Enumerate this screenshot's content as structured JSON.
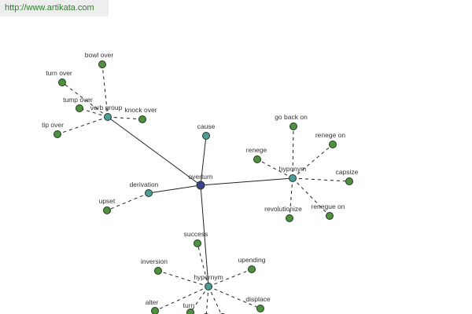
{
  "source_url": "http://www.artikata.com",
  "colors": {
    "root": "#3d3f8f",
    "relation": "#4f9a9a",
    "word": "#4f8f3f",
    "node_stroke": "#1f3a1f"
  },
  "graph": {
    "root": {
      "id": "overturn",
      "label": "overturn"
    },
    "relations": [
      {
        "id": "verb_group",
        "label": "verb group"
      },
      {
        "id": "cause",
        "label": "cause"
      },
      {
        "id": "hyponym",
        "label": "hyponym"
      },
      {
        "id": "derivation",
        "label": "derivation"
      },
      {
        "id": "hypernym",
        "label": "hypernym"
      }
    ],
    "words": [
      {
        "id": "bowl_over",
        "label": "bowl over",
        "parent": "verb_group"
      },
      {
        "id": "turn_over",
        "label": "turn over",
        "parent": "verb_group"
      },
      {
        "id": "tump_over",
        "label": "tump over",
        "parent": "verb_group"
      },
      {
        "id": "knock_over",
        "label": "knock over",
        "parent": "verb_group"
      },
      {
        "id": "tip_over",
        "label": "tip over",
        "parent": "verb_group"
      },
      {
        "id": "go_back_on",
        "label": "go back on",
        "parent": "hyponym"
      },
      {
        "id": "renege_on",
        "label": "renege on",
        "parent": "hyponym"
      },
      {
        "id": "renege",
        "label": "renege",
        "parent": "hyponym"
      },
      {
        "id": "capsize",
        "label": "capsize",
        "parent": "hyponym"
      },
      {
        "id": "revolutionize",
        "label": "revolutionize",
        "parent": "hyponym"
      },
      {
        "id": "renegue_on",
        "label": "renegue on",
        "parent": "hyponym"
      },
      {
        "id": "upset",
        "label": "upset",
        "parent": "derivation"
      },
      {
        "id": "success",
        "label": "success",
        "parent": "hypernym"
      },
      {
        "id": "inversion",
        "label": "inversion",
        "parent": "hypernym"
      },
      {
        "id": "upending",
        "label": "upending",
        "parent": "hypernym"
      },
      {
        "id": "alter",
        "label": "alter",
        "parent": "hypernym"
      },
      {
        "id": "turn",
        "label": "turn",
        "parent": "hypernym"
      },
      {
        "id": "displace",
        "label": "displace",
        "parent": "hypernym"
      },
      {
        "id": "hidden_a",
        "label": "",
        "parent": "hypernym"
      },
      {
        "id": "hidden_b",
        "label": "",
        "parent": "hypernym"
      }
    ]
  }
}
